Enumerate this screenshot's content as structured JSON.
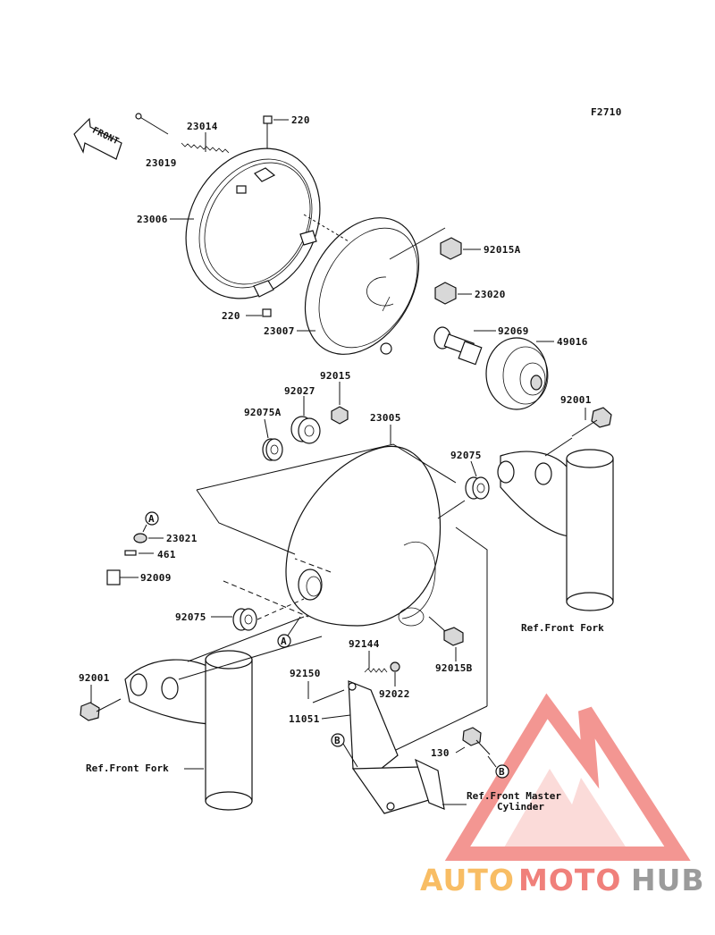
{
  "figure_code": "F2710",
  "front_arrow_label": "FRONT",
  "parts": {
    "p23019": "23019",
    "p23014": "23014",
    "p220a": "220",
    "p220b": "220",
    "p23006": "23006",
    "p23007": "23007",
    "p92015A": "92015A",
    "p23020": "23020",
    "p92069": "92069",
    "p49016": "49016",
    "p92015": "92015",
    "p92027": "92027",
    "p92075A": "92075A",
    "p23005": "23005",
    "p92001a": "92001",
    "p92075a": "92075",
    "p23021": "23021",
    "p461": "461",
    "p92009": "92009",
    "p92075b": "92075",
    "p92144": "92144",
    "p92015B": "92015B",
    "p92150": "92150",
    "p92022": "92022",
    "p11051": "11051",
    "p130": "130",
    "p92001b": "92001"
  },
  "refs": {
    "front_fork_right": "Ref.Front Fork",
    "front_fork_left": "Ref.Front Fork",
    "master_cylinder_1": "Ref.Front Master",
    "master_cylinder_2": "Cylinder"
  },
  "callouts": {
    "A1": "A",
    "A2": "A",
    "B1": "B",
    "B2": "B"
  },
  "watermark": {
    "word1": "AUTO",
    "word2": "MOTO",
    "word3": "HUB",
    "color_orange": "#f7b24a",
    "color_red": "#ee6a64",
    "color_gray": "#8a8a8a"
  }
}
